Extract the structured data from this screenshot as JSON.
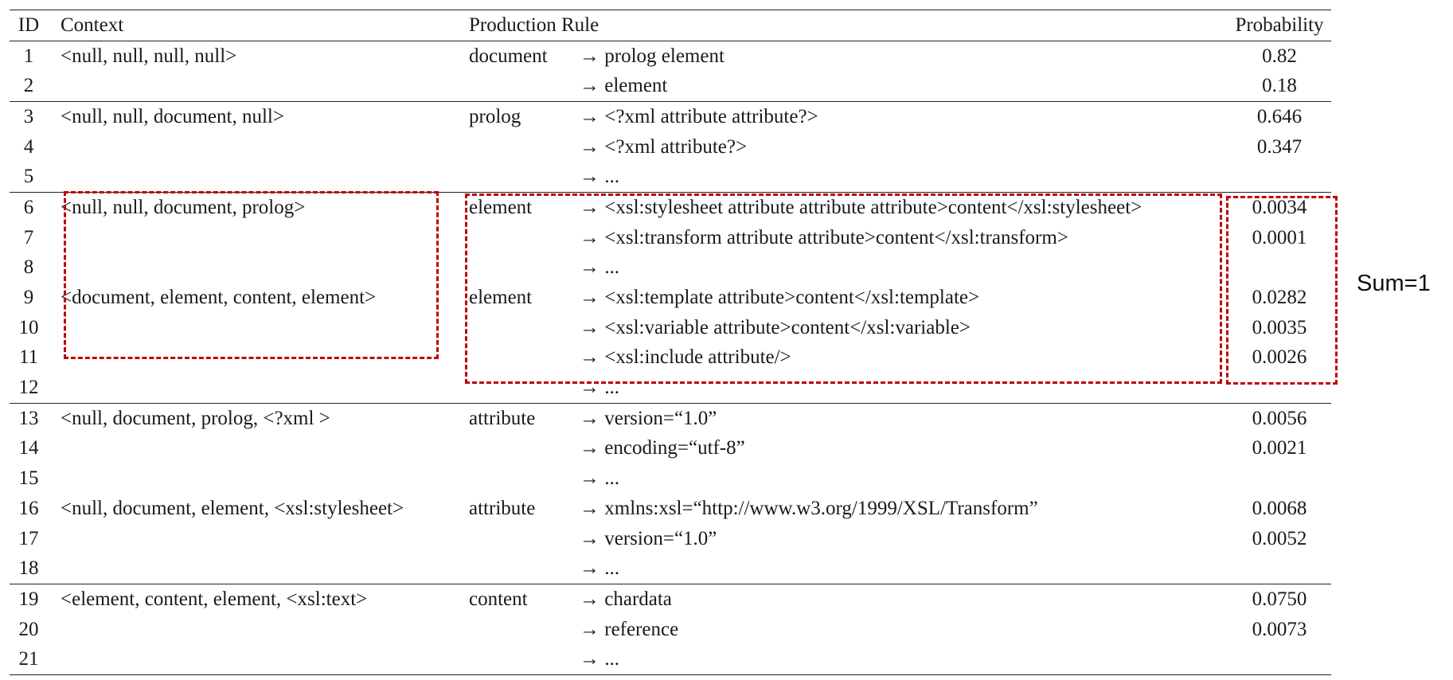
{
  "table": {
    "headers": {
      "id": "ID",
      "context": "Context",
      "production_rule": "Production Rule",
      "probability": "Probability"
    },
    "rows": [
      {
        "id": "1",
        "context": "<null, null, null, null>",
        "lhs": "document",
        "rhs": "→ prolog element",
        "prob": "0.82",
        "group_start": true
      },
      {
        "id": "2",
        "context": "",
        "lhs": "",
        "rhs": "→ element",
        "prob": "0.18",
        "group_start": false
      },
      {
        "id": "3",
        "context": "<null, null, document, null>",
        "lhs": "prolog",
        "rhs": "→ <?xml attribute attribute?>",
        "prob": "0.646",
        "group_start": true
      },
      {
        "id": "4",
        "context": "",
        "lhs": "",
        "rhs": "→ <?xml attribute?>",
        "prob": "0.347",
        "group_start": false
      },
      {
        "id": "5",
        "context": "",
        "lhs": "",
        "rhs": "→ ...",
        "prob": "",
        "group_start": false
      },
      {
        "id": "6",
        "context": "<null, null, document, prolog>",
        "lhs": "element",
        "rhs": "→ <xsl:stylesheet attribute attribute attribute>content</xsl:stylesheet>",
        "prob": "0.0034",
        "group_start": true
      },
      {
        "id": "7",
        "context": "",
        "lhs": "",
        "rhs": "→ <xsl:transform attribute attribute>content</xsl:transform>",
        "prob": "0.0001",
        "group_start": false
      },
      {
        "id": "8",
        "context": "",
        "lhs": "",
        "rhs": "→ ...",
        "prob": "",
        "group_start": false
      },
      {
        "id": "9",
        "context": "<document, element, content, element>",
        "lhs": "element",
        "rhs": "→ <xsl:template attribute>content</xsl:template>",
        "prob": "0.0282",
        "group_start": false
      },
      {
        "id": "10",
        "context": "",
        "lhs": "",
        "rhs": "→ <xsl:variable attribute>content</xsl:variable>",
        "prob": "0.0035",
        "group_start": false
      },
      {
        "id": "11",
        "context": "",
        "lhs": "",
        "rhs": "→ <xsl:include attribute/>",
        "prob": "0.0026",
        "group_start": false
      },
      {
        "id": "12",
        "context": "",
        "lhs": "",
        "rhs": "→ ...",
        "prob": "",
        "group_start": false
      },
      {
        "id": "13",
        "context": "<null, document, prolog, <?xml >",
        "lhs": "attribute",
        "rhs": "→ version=“1.0”",
        "prob": "0.0056",
        "group_start": true
      },
      {
        "id": "14",
        "context": "",
        "lhs": "",
        "rhs": "→ encoding=“utf-8”",
        "prob": "0.0021",
        "group_start": false
      },
      {
        "id": "15",
        "context": "",
        "lhs": "",
        "rhs": "→ ...",
        "prob": "",
        "group_start": false
      },
      {
        "id": "16",
        "context": "<null, document, element, <xsl:stylesheet>",
        "lhs": "attribute",
        "rhs": "→ xmlns:xsl=“http://www.w3.org/1999/XSL/Transform”",
        "prob": "0.0068",
        "group_start": false
      },
      {
        "id": "17",
        "context": "",
        "lhs": "",
        "rhs": "→ version=“1.0”",
        "prob": "0.0052",
        "group_start": false
      },
      {
        "id": "18",
        "context": "",
        "lhs": "",
        "rhs": "→ ...",
        "prob": "",
        "group_start": false
      },
      {
        "id": "19",
        "context": "<element, content, element, <xsl:text>",
        "lhs": "content",
        "rhs": "→ chardata",
        "prob": "0.0750",
        "group_start": true
      },
      {
        "id": "20",
        "context": "",
        "lhs": "",
        "rhs": "→ reference",
        "prob": "0.0073",
        "group_start": false
      },
      {
        "id": "21",
        "context": "",
        "lhs": "",
        "rhs": "→ ...",
        "prob": "",
        "group_start": false
      }
    ]
  },
  "annotation": {
    "sum_label": "Sum=1",
    "box_color": "#c00000"
  }
}
